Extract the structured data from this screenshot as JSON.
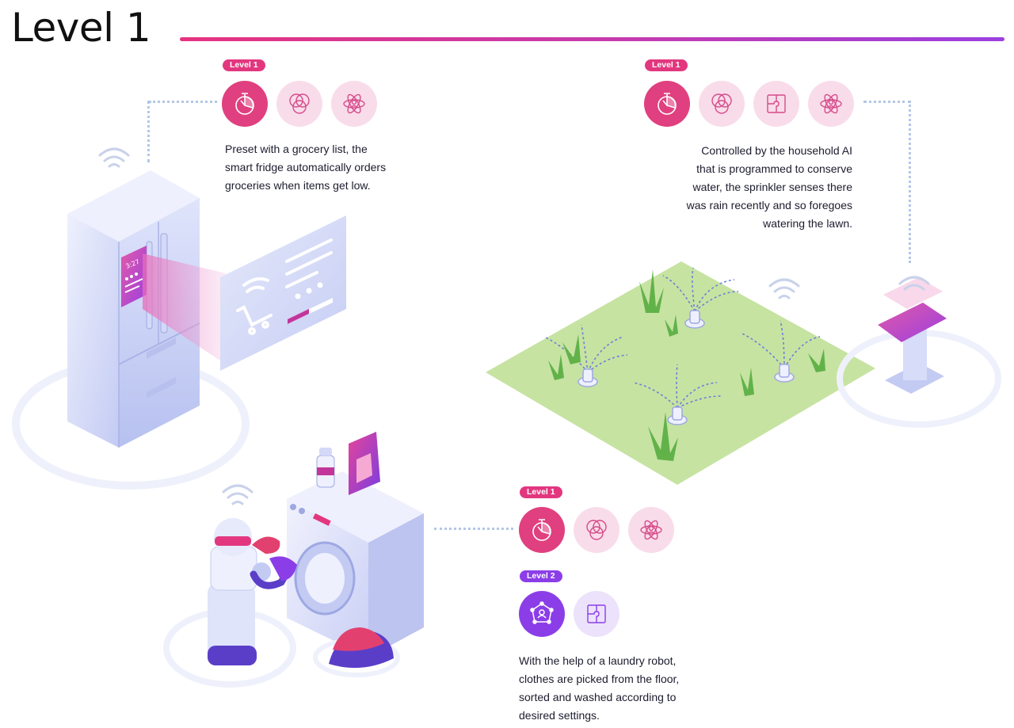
{
  "page": {
    "title": "Level 1"
  },
  "fridge": {
    "badge": "Level 1",
    "icons": [
      "stopwatch-icon",
      "venn-icon",
      "atom-person-icon"
    ],
    "description": [
      "Preset with a grocery list, the",
      "smart fridge automatically orders",
      "groceries when items get low."
    ],
    "screen_time": "3:27"
  },
  "sprinkler": {
    "badge": "Level 1",
    "icons": [
      "stopwatch-icon",
      "venn-icon",
      "puzzle-icon",
      "atom-person-icon"
    ],
    "description": [
      "Controlled by the household AI",
      "that is programmed to conserve",
      "water, the sprinkler senses there",
      "was rain recently and so foregoes",
      "watering the lawn."
    ]
  },
  "laundry": {
    "badge_1": "Level 1",
    "icons_1": [
      "stopwatch-icon",
      "venn-icon",
      "atom-person-icon"
    ],
    "badge_2": "Level 2",
    "icons_2": [
      "network-person-icon",
      "puzzle-icon"
    ],
    "description": [
      "With the help of a laundry robot,",
      "clothes are picked from the floor,",
      "sorted and washed according to",
      "desired settings."
    ]
  },
  "colors": {
    "pink": "#e2377f",
    "purple": "#8b3ee8",
    "soft_pink": "#f9dcea",
    "soft_purple": "#ece2fb",
    "lawn": "#c5e2a0"
  }
}
